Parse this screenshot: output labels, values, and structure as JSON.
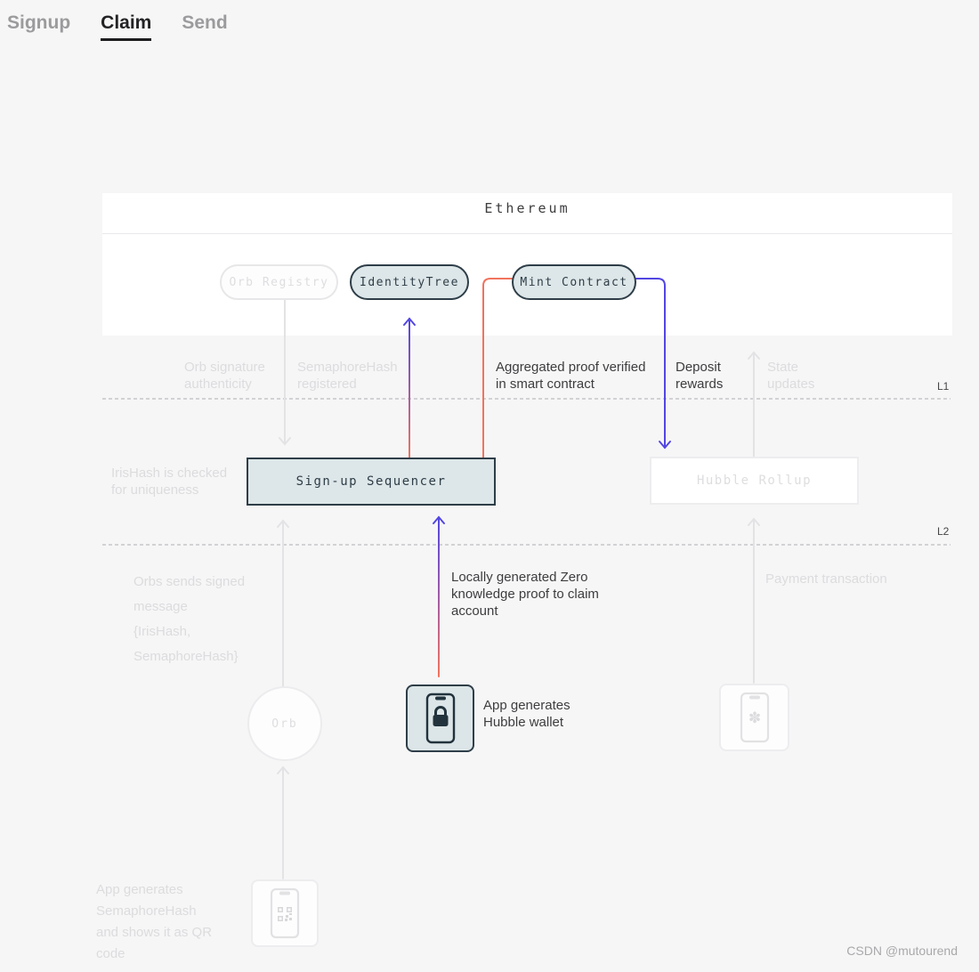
{
  "tabs": [
    {
      "label": "Signup",
      "active": false
    },
    {
      "label": "Claim",
      "active": true
    },
    {
      "label": "Send",
      "active": false
    }
  ],
  "diagram": {
    "l1_band_title": "Ethereum",
    "layer_tags": {
      "l1": "L1",
      "l2": "L2"
    },
    "nodes": {
      "orb_registry": "Orb Registry",
      "identity_tree": "IdentityTree",
      "mint_contract": "Mint Contract",
      "signup_sequencer": "Sign-up Sequencer",
      "hubble_rollup": "Hubble Rollup",
      "orb": "Orb"
    },
    "labels": {
      "orb_signature": "Orb signature\nauthenticity",
      "semaphore_registered": "SemaphoreHash\nregistered",
      "aggregated_proof": "Aggregated proof verified\nin smart contract",
      "deposit_rewards": "Deposit\nrewards",
      "state_updates": "State\nupdates",
      "irishash_checked": "IrisHash is checked\nfor uniqueness",
      "orb_message": "Orbs sends signed\nmessage\n{IrisHash,\nSemaphoreHash}",
      "zk_proof": "Locally generated Zero\nknowledge proof to claim\naccount",
      "payment_transaction": "Payment transaction",
      "app_wallet": "App generates\nHubble wallet",
      "app_qr": "App generates\nSemaphoreHash\nand shows it as QR\ncode"
    },
    "icons": {
      "lock_phone": "lock-phone-icon",
      "wallet_phone": "wallet-phone-icon",
      "qr_phone": "qr-phone-icon"
    },
    "colors": {
      "accent_red": "#f2735c",
      "accent_blue": "#5246e2",
      "active_fill": "#dde6e8",
      "active_stroke": "#2e3e48",
      "faded_text": "#dcdcde",
      "gray_arrow": "#e3e3e5"
    }
  },
  "watermark": "CSDN @mutourend"
}
